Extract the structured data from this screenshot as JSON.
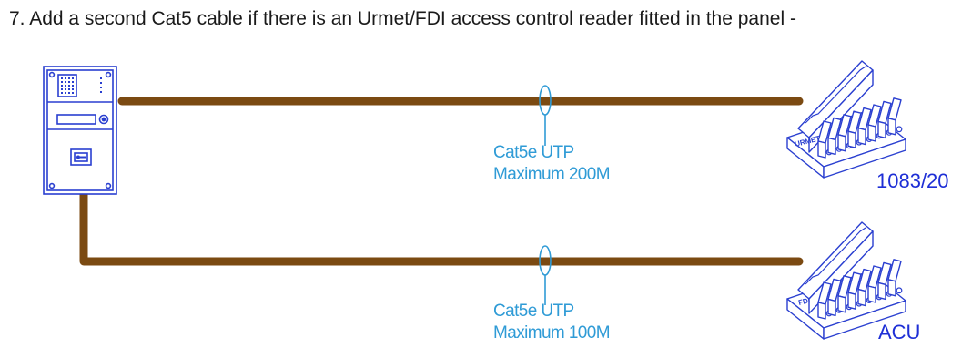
{
  "heading": "7. Add a second Cat5 cable if there is an Urmet/FDI access control reader fitted in the panel -",
  "cables": [
    {
      "line1": "Cat5e UTP",
      "line2": "Maximum 200M"
    },
    {
      "line1": "Cat5e UTP",
      "line2": "Maximum 100M"
    }
  ],
  "devices": [
    {
      "brand": "URMET",
      "model": "1083/20"
    },
    {
      "brand": "FDI",
      "model": "ACU"
    }
  ],
  "colors": {
    "cable": "#7b4a12",
    "outline": "#2a3fd0",
    "label": "#2f9bd6",
    "model": "#1e2fd6"
  }
}
